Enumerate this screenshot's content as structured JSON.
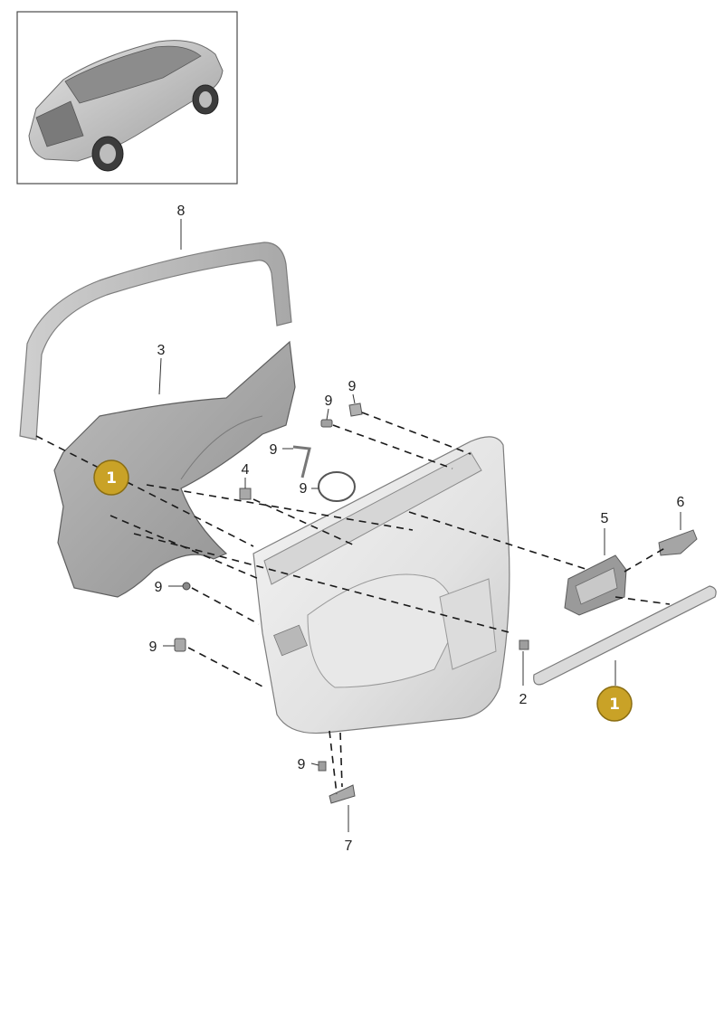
{
  "callouts": [
    {
      "id": "label-8",
      "text": "8"
    },
    {
      "id": "label-3",
      "text": "3"
    },
    {
      "id": "label-9a",
      "text": "9"
    },
    {
      "id": "label-9b",
      "text": "9"
    },
    {
      "id": "label-9c",
      "text": "9"
    },
    {
      "id": "label-9d",
      "text": "9"
    },
    {
      "id": "label-4",
      "text": "4"
    },
    {
      "id": "label-5",
      "text": "5"
    },
    {
      "id": "label-6",
      "text": "6"
    },
    {
      "id": "label-9e",
      "text": "9"
    },
    {
      "id": "label-9f",
      "text": "9"
    },
    {
      "id": "label-2",
      "text": "2"
    },
    {
      "id": "label-9g",
      "text": "9"
    },
    {
      "id": "label-7",
      "text": "7"
    }
  ],
  "badges": [
    {
      "id": "badge-left",
      "text": "1"
    },
    {
      "id": "badge-right",
      "text": "1"
    }
  ],
  "colors": {
    "badge_fill": "#c9a227",
    "badge_stroke": "#8a6d12",
    "part_fill": "#d9d9d9",
    "panel_fill": "#ececec",
    "dark_part_fill": "#a9a9a9",
    "line": "#1a1a1a"
  }
}
